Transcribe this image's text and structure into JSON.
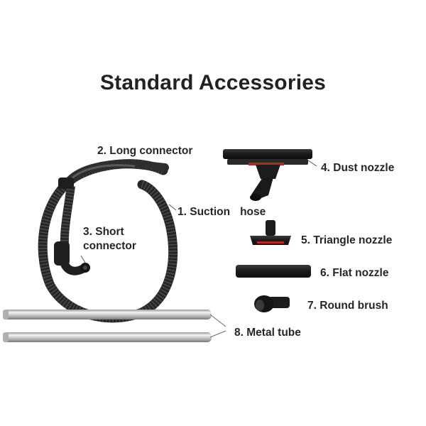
{
  "title": "Standard Accessories",
  "items": [
    {
      "number": "1.",
      "name": "Suction",
      "name_extra": "hose"
    },
    {
      "number": "2.",
      "name": "Long connector"
    },
    {
      "number": "3.",
      "name": "Short",
      "name_line2": "connector"
    },
    {
      "number": "4.",
      "name": "Dust nozzle"
    },
    {
      "number": "5.",
      "name": "Triangle nozzle"
    },
    {
      "number": "6.",
      "name": "Flat nozzle"
    },
    {
      "number": "7.",
      "name": "Round brush"
    },
    {
      "number": "8.",
      "name": "Metal tube"
    }
  ],
  "colors": {
    "hose": "#2b2b2b",
    "nozzle": "#1f1f1f",
    "accent": "#b8281f",
    "metal_light": "#e8e8e8",
    "metal_dark": "#8a8a8a"
  }
}
